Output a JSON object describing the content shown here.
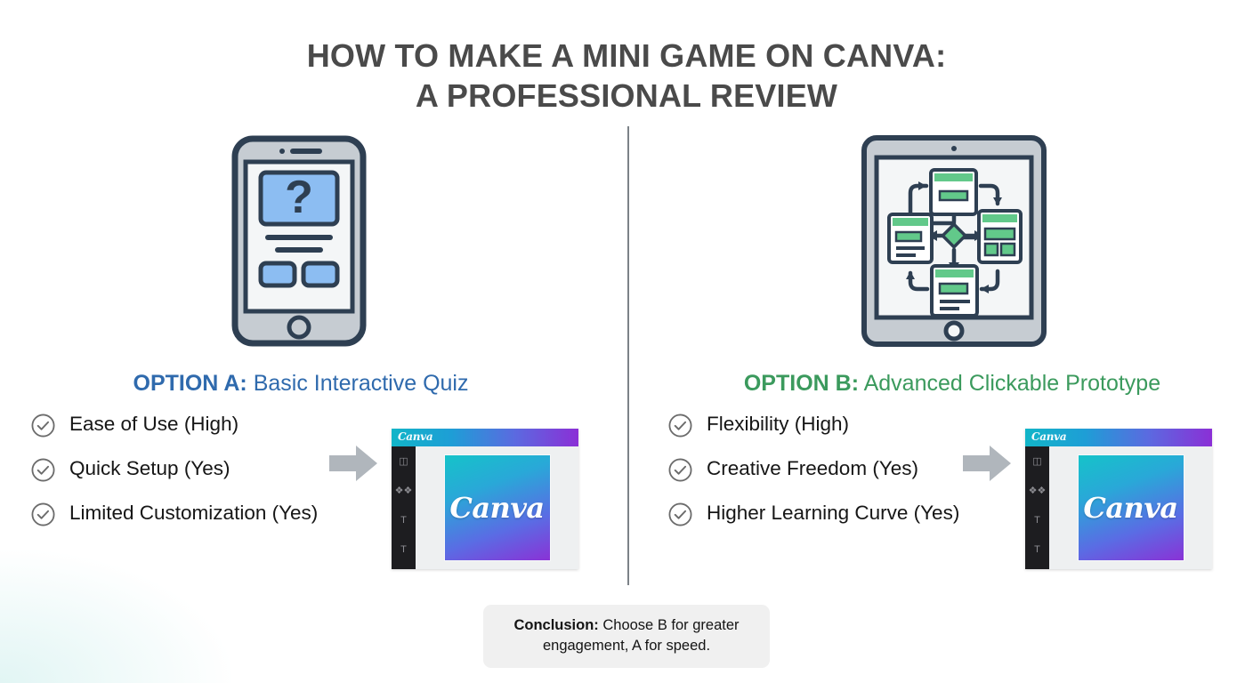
{
  "title": {
    "line1": "HOW TO MAKE A MINI GAME ON CANVA:",
    "line2": "A PROFESSIONAL REVIEW"
  },
  "colors": {
    "title": "#4a4a4a",
    "option_a": "#2f6aad",
    "option_b": "#3b9a5d",
    "divider": "#7c8288",
    "arrow": "#b0b6bc",
    "check": "#6b6b6b",
    "conclusion_bg": "#f0f0f0"
  },
  "options": [
    {
      "id": "a",
      "tag": "OPTION A:",
      "name": " Basic Interactive Quiz",
      "illustration": "smartphone-quiz-illustration",
      "features": [
        "Ease of Use (High)",
        "Quick Setup (Yes)",
        "Limited Customization (Yes)"
      ],
      "arrow": "right-arrow-icon",
      "mock": {
        "logo": "Canva",
        "artwork_label": "Canva",
        "sidebar_icons": [
          "layout-icon",
          "elements-grid-icon",
          "text-icon",
          "text-small-icon"
        ]
      }
    },
    {
      "id": "b",
      "tag": "OPTION B:",
      "name": " Advanced Clickable Prototype",
      "illustration": "tablet-flowchart-illustration",
      "features": [
        "Flexibility (High)",
        "Creative Freedom (Yes)",
        "Higher Learning Curve (Yes)"
      ],
      "arrow": "right-arrow-icon",
      "mock": {
        "logo": "Canva",
        "artwork_label": "Canva",
        "sidebar_icons": [
          "layout-icon",
          "elements-grid-icon",
          "text-icon",
          "text-small-icon"
        ]
      }
    }
  ],
  "conclusion": {
    "lead": "Conclusion:",
    "text": " Choose B for greater engagement, A for speed."
  }
}
